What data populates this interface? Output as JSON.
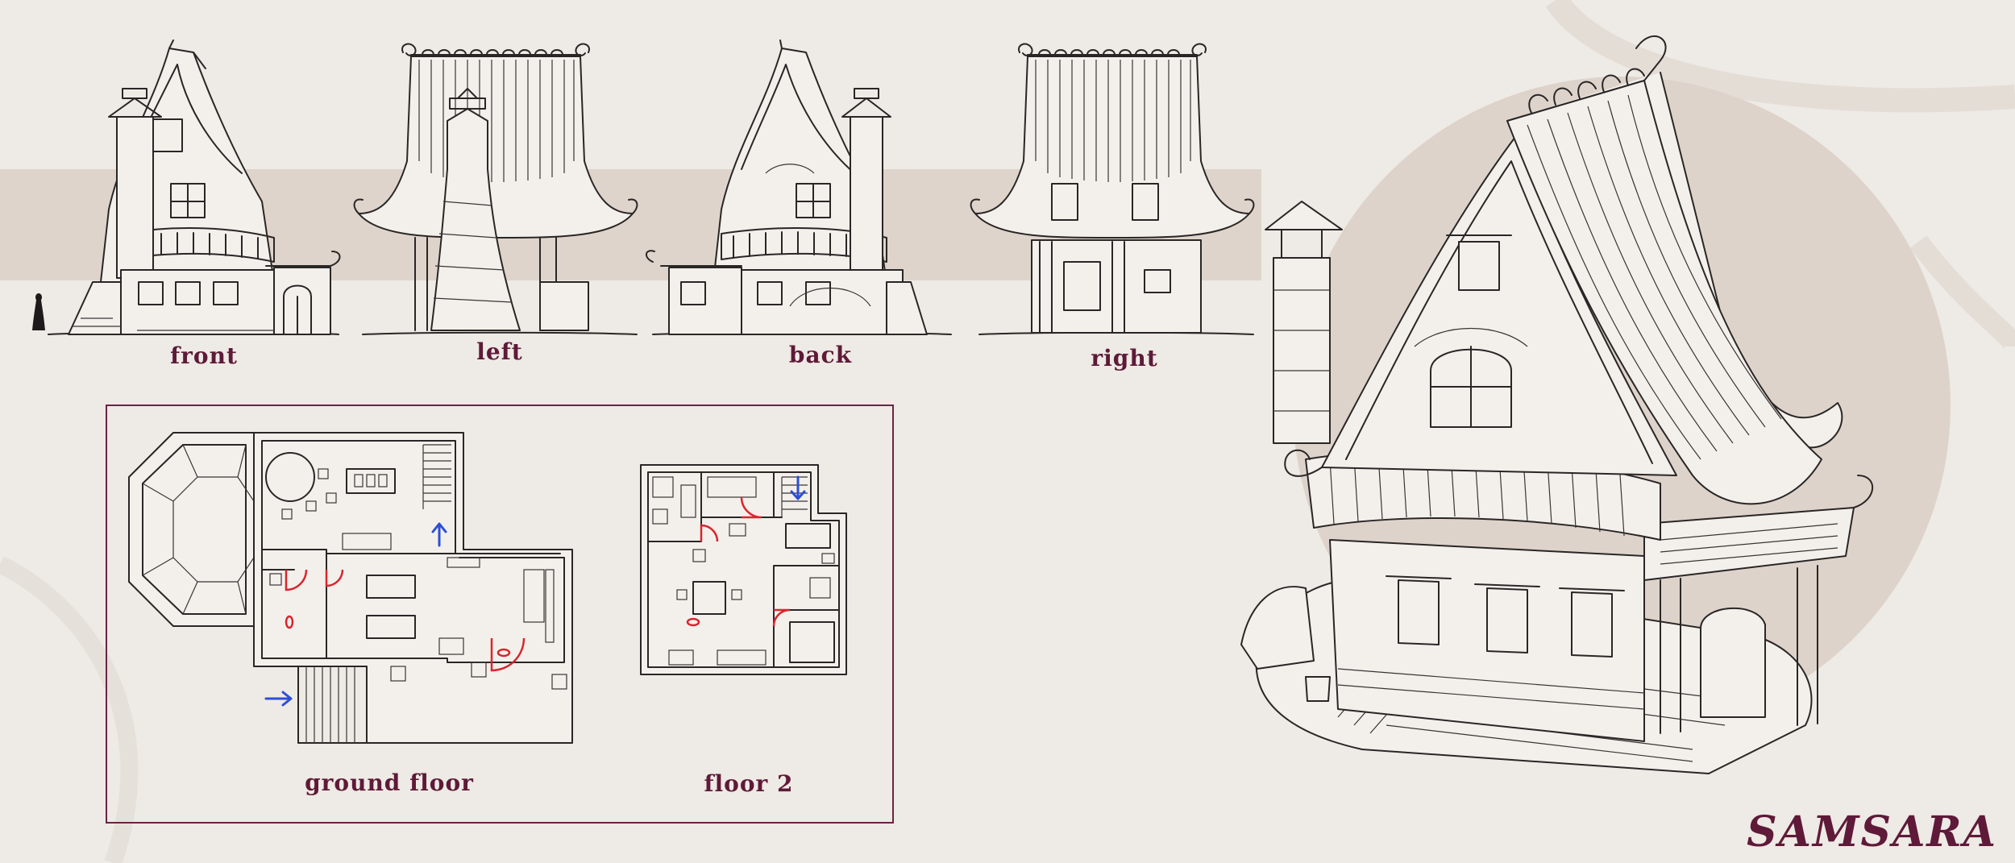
{
  "views": {
    "front": "front",
    "left": "left",
    "back": "back",
    "right": "right"
  },
  "floorplans": {
    "ground": "ground floor",
    "floor2": "floor 2"
  },
  "brand": "SAMSARA",
  "colors": {
    "background": "#eeeae5",
    "band": "#ded4cb",
    "accent": "#5e1a38",
    "circle": "#ddd3ca",
    "door_swing": "#d8262e",
    "stair_arrow": "#2d4fd6"
  }
}
